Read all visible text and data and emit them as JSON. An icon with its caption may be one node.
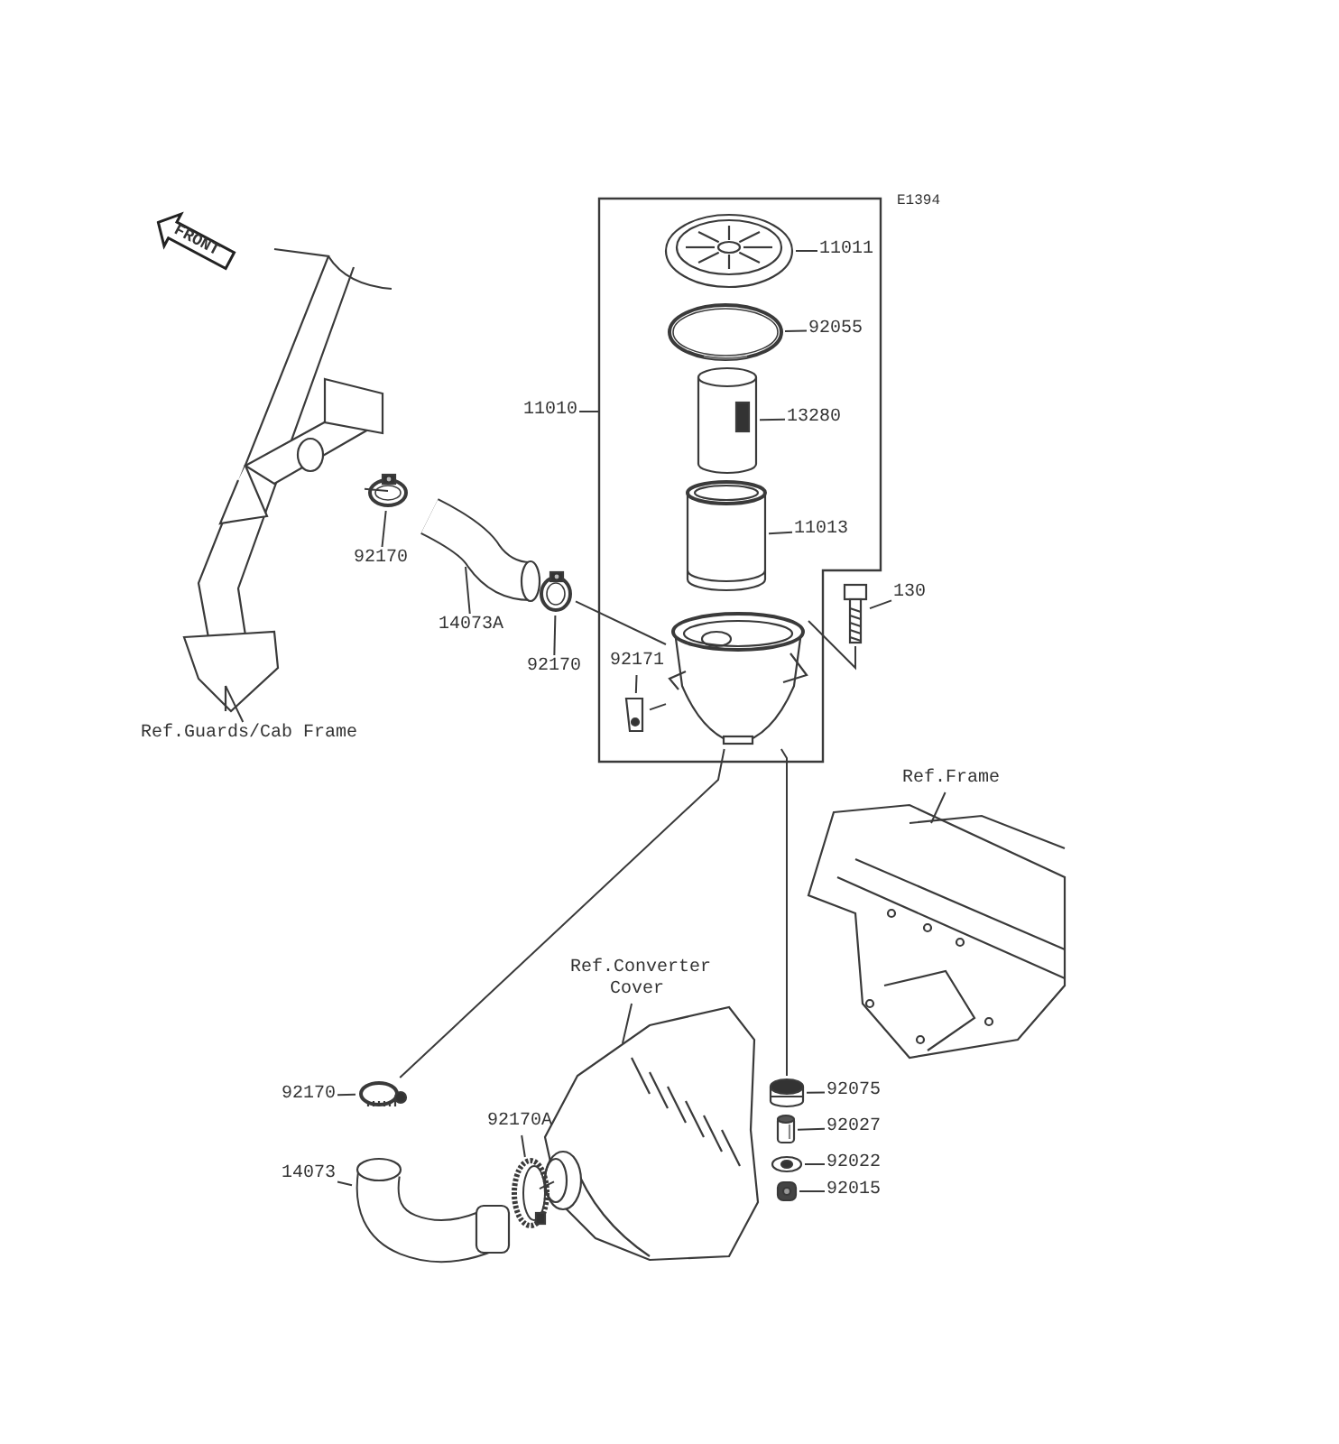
{
  "diagram": {
    "nodes": [
      {
        "text": [],
        "shape": "picture"
      },
      {
        "text": [
          "11011"
        ]
      },
      {
        "text": [],
        "shape": "picture"
      },
      {
        "text": [
          "92055"
        ]
      },
      {
        "text": [],
        "shape": "picture"
      },
      {
        "text": [
          "13280"
        ]
      },
      {
        "text": [],
        "shape": "picture"
      },
      {
        "text": [
          "11013"
        ]
      },
      {
        "text": [
          "11010"
        ]
      },
      {
        "text": [],
        "shape": "picture"
      },
      {
        "text": [],
        "shape": "picture"
      },
      {
        "text": [
          "130"
        ]
      },
      {
        "text": [],
        "shape": "picture"
      },
      {
        "text": [
          "92171"
        ]
      },
      {
        "text": [],
        "shape": "picture"
      },
      {
        "text": [],
        "shape": "picture"
      },
      {
        "text": [
          "92170"
        ]
      },
      {
        "text": [],
        "shape": "picture"
      },
      {
        "text": [
          "14073A"
        ]
      },
      {
        "text": [],
        "shape": "picture"
      },
      {
        "text": [
          "92170"
        ]
      },
      {
        "text": [
          "Ref.Guards/Cab Frame"
        ]
      },
      {
        "text": [],
        "shape": "picture"
      },
      {
        "text": [
          "Ref.Frame"
        ]
      },
      {
        "text": [],
        "shape": "picture"
      },
      {
        "text": [
          "Ref.Converter Cover"
        ]
      },
      {
        "text": [],
        "shape": "picture"
      },
      {
        "text": [
          "92170"
        ]
      },
      {
        "text": [],
        "shape": "picture"
      },
      {
        "text": [
          "92170A"
        ]
      },
      {
        "text": [],
        "shape": "picture"
      },
      {
        "text": [
          "14073"
        ]
      },
      {
        "text": [],
        "shape": "picture"
      },
      {
        "text": [
          "92075"
        ]
      },
      {
        "text": [],
        "shape": "picture"
      },
      {
        "text": [
          "92027"
        ]
      },
      {
        "text": [],
        "shape": "picture"
      },
      {
        "text": [
          "92022"
        ]
      },
      {
        "text": [],
        "shape": "picture"
      },
      {
        "text": [
          "92015"
        ]
      }
    ],
    "edges": [
      {
        "from": 1,
        "to": 0,
        "arrow": "none"
      },
      {
        "from": 3,
        "to": 2,
        "arrow": "none"
      },
      {
        "from": 5,
        "to": 4,
        "arrow": "none"
      },
      {
        "from": 7,
        "to": 6,
        "arrow": "none"
      },
      {
        "from": 8,
        "to": null,
        "arrow": "none"
      },
      {
        "from": 11,
        "to": 10,
        "arrow": "none"
      },
      {
        "from": 13,
        "to": 12,
        "arrow": "none"
      },
      {
        "from": 16,
        "to": 15,
        "arrow": "none"
      },
      {
        "from": 18,
        "to": 17,
        "arrow": "none"
      },
      {
        "from": 20,
        "to": 19,
        "arrow": "none"
      },
      {
        "from": 21,
        "to": 14,
        "arrow": "none"
      },
      {
        "from": 23,
        "to": 22,
        "arrow": "none"
      },
      {
        "from": 25,
        "to": 24,
        "arrow": "none"
      },
      {
        "from": 27,
        "to": 26,
        "arrow": "none"
      },
      {
        "from": 29,
        "to": 28,
        "arrow": "none"
      },
      {
        "from": 31,
        "to": 30,
        "arrow": "none"
      },
      {
        "from": 33,
        "to": 32,
        "arrow": "none"
      },
      {
        "from": 35,
        "to": 34,
        "arrow": "none"
      },
      {
        "from": 37,
        "to": 36,
        "arrow": "none"
      },
      {
        "from": 39,
        "to": 38,
        "arrow": "none"
      },
      {
        "from": 15,
        "to": 14,
        "arrow": "none"
      },
      {
        "from": 19,
        "to": 9,
        "arrow": "none"
      },
      {
        "from": 12,
        "to": 9,
        "arrow": "none"
      },
      {
        "from": 10,
        "to": 9,
        "arrow": "none"
      },
      {
        "from": 9,
        "to": 26,
        "arrow": "none"
      },
      {
        "from": 9,
        "to": 32,
        "arrow": "none"
      },
      {
        "from": 28,
        "to": 24,
        "arrow": "none"
      }
    ],
    "labels": [
      "E1394",
      "FRONT"
    ]
  }
}
